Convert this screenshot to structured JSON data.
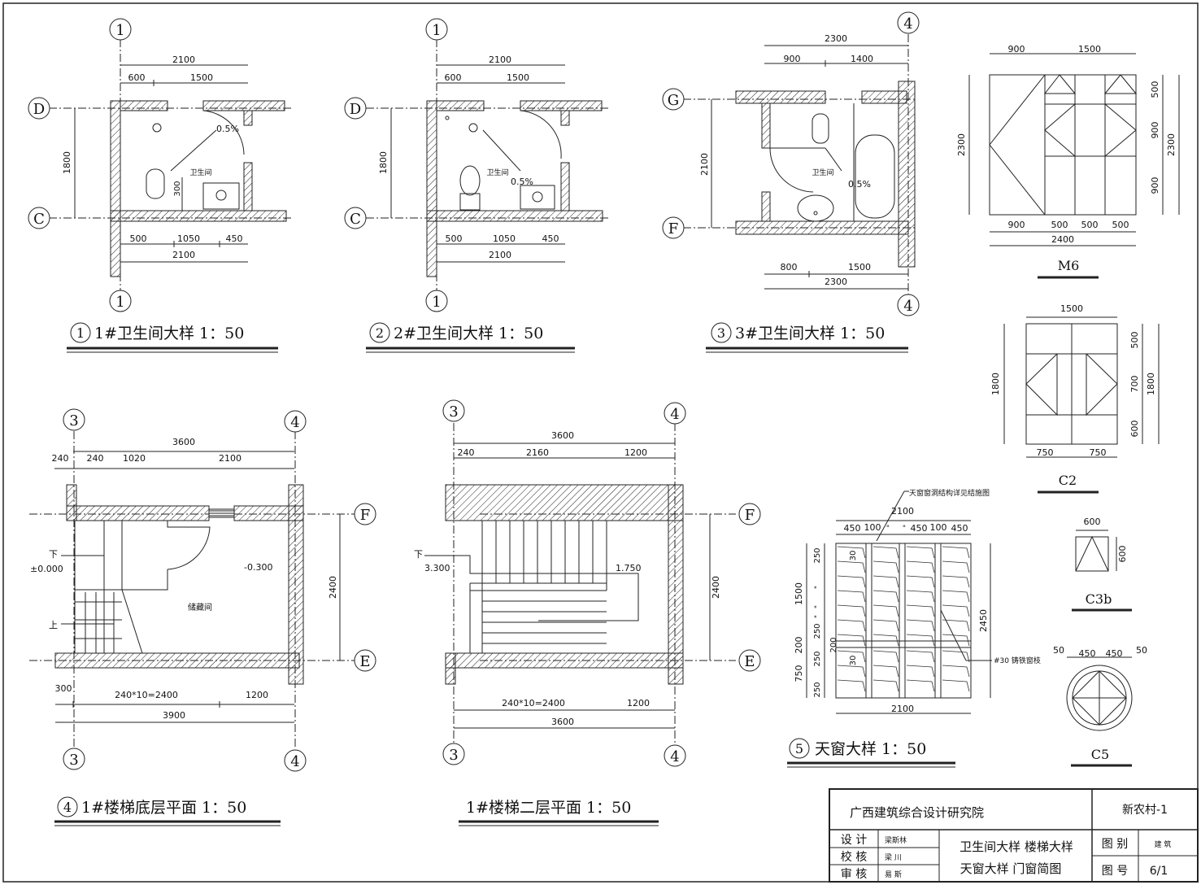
{
  "drawings": {
    "bath1": {
      "title": "1#卫生间大样 1：50",
      "number": "1",
      "grid_top": "1",
      "grid_bottom": "1",
      "grid_d": "D",
      "grid_c": "C",
      "dim_top_total": "2100",
      "dim_top_a": "600",
      "dim_top_b": "1500",
      "dim_side": "1800",
      "dim_bot_a": "500",
      "dim_bot_b": "1050",
      "dim_bot_c": "450",
      "dim_bot_total": "2100",
      "dim_inner": "300",
      "slope": "0.5%",
      "room": "卫生间"
    },
    "bath2": {
      "title": "2#卫生间大样 1：50",
      "number": "2",
      "grid_top": "1",
      "grid_bottom": "1",
      "grid_d": "D",
      "grid_c": "C",
      "dim_top_total": "2100",
      "dim_top_a": "600",
      "dim_top_b": "1500",
      "dim_side": "1800",
      "dim_bot_a": "500",
      "dim_bot_b": "1050",
      "dim_bot_c": "450",
      "dim_bot_total": "2100",
      "slope": "0.5%",
      "room": "卫生间"
    },
    "bath3": {
      "title": "3#卫生间大样 1：50",
      "number": "3",
      "grid_top": "4",
      "grid_bottom": "4",
      "grid_g": "G",
      "grid_f": "F",
      "dim_top_total": "2300",
      "dim_top_a": "900",
      "dim_top_b": "1400",
      "dim_side": "2100",
      "dim_bot_a": "800",
      "dim_bot_b": "1500",
      "dim_bot_total": "2300",
      "slope": "0.5%",
      "room": "卫生间"
    },
    "stair1": {
      "title": "1#楼梯底层平面 1：50",
      "number": "4",
      "grid_3": "3",
      "grid_4": "4",
      "grid_f": "F",
      "grid_e": "E",
      "dim_top_total": "3600",
      "dim_top_a": "240",
      "dim_top_b": "240",
      "dim_top_c": "1020",
      "dim_top_d": "2100",
      "dim_side": "2400",
      "dim_bot_a": "300",
      "dim_bot_b": "240*10=2400",
      "dim_bot_c": "1200",
      "dim_bot_total": "3900",
      "down": "下",
      "up": "上",
      "level_a": "±0.000",
      "level_b": "-0.300",
      "room": "储藏间"
    },
    "stair2": {
      "title": "1#楼梯二层平面 1：50",
      "grid_3": "3",
      "grid_4": "4",
      "grid_f": "F",
      "grid_e": "E",
      "dim_top_total": "3600",
      "dim_top_a": "240",
      "dim_top_b": "2160",
      "dim_top_c": "1200",
      "dim_side": "2400",
      "dim_bot_a": "240*10=2400",
      "dim_bot_b": "1200",
      "dim_bot_total": "3600",
      "down": "下",
      "level_a": "3.300",
      "level_b": "1.750"
    },
    "skylight": {
      "title": "天窗大样 1：50",
      "number": "5",
      "note_top": "天窗窗洞结构详见结施图",
      "note_side": "#30 铸铁窗枝",
      "dim_top_total": "2100",
      "dim_top": [
        "450",
        "100",
        "\"",
        "\"",
        "450",
        "100",
        "450"
      ],
      "dim_bot_total": "2100",
      "dim_right": "2450",
      "dim_left_a": "1500",
      "dim_left_b": "200",
      "dim_left_c": "750",
      "dim_left_inner": [
        "250",
        "\"",
        "\"",
        "\"",
        "250",
        "200",
        "250",
        "250"
      ],
      "mark_30": "30"
    }
  },
  "windows": {
    "m6": {
      "label": "M6",
      "dim_top_a": "900",
      "dim_top_b": "1500",
      "dim_left": "2300",
      "dim_right": [
        "500",
        "900",
        "900"
      ],
      "dim_right_total": "2300",
      "dim_bot": [
        "900",
        "500",
        "500",
        "500"
      ],
      "dim_bot_total": "2400"
    },
    "c2": {
      "label": "C2",
      "dim_top": "1500",
      "dim_left": "1800",
      "dim_right": [
        "500",
        "700",
        "600"
      ],
      "dim_right_total": "1800",
      "dim_bot": [
        "750",
        "750"
      ]
    },
    "c3b": {
      "label": "C3b",
      "dim_top": "600",
      "dim_right": "600"
    },
    "c5": {
      "label": "C5",
      "dim_top": [
        "50",
        "450",
        "450",
        "50"
      ]
    }
  },
  "title_block": {
    "company": "广西建筑综合设计研究院",
    "project": "新农村-1",
    "drawing_title_1": "卫生间大样 楼梯大样",
    "drawing_title_2": "天窗大样 门窗简图",
    "design_label": "设 计",
    "design_sig": "梁斯林",
    "check_label": "校 核",
    "check_sig": "梁 川",
    "review_label": "审 核",
    "review_sig": "易 斯",
    "category_label": "图 别",
    "category_value": "建 筑",
    "number_label": "图 号",
    "number_value": "6/1"
  }
}
